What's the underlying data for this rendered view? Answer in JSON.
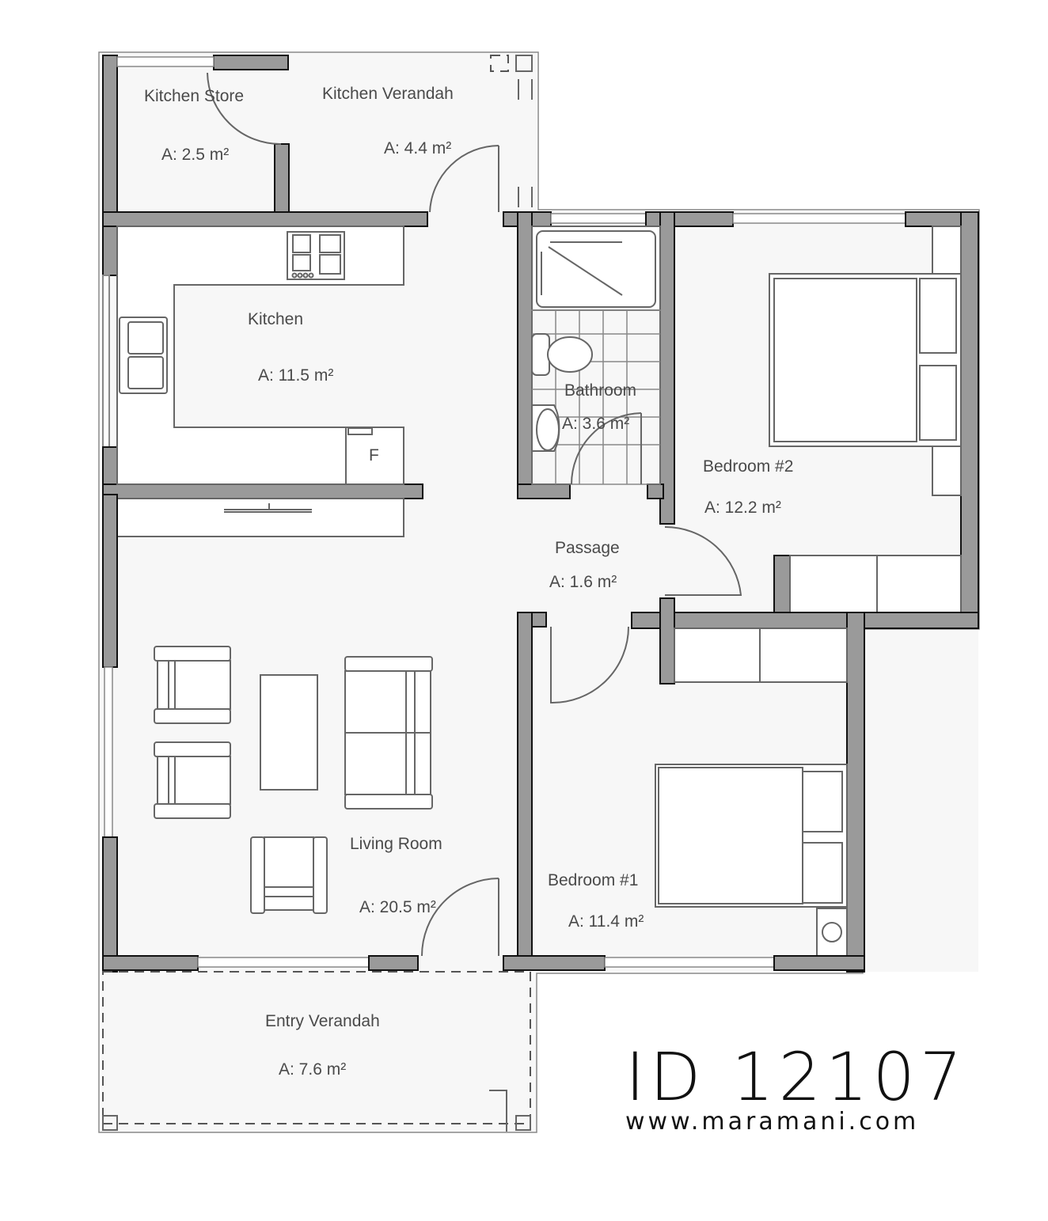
{
  "plan": {
    "id_label": "ID 12107",
    "website": "www.maramani.com",
    "colors": {
      "wall": "#9a9a9a",
      "wall_edge": "#111111",
      "text": "#4a4a4a",
      "floor": "#f7f7f7"
    },
    "rooms": [
      {
        "name": "Kitchen Store",
        "area": "A: 2.5 m²"
      },
      {
        "name": "Kitchen Verandah",
        "area": "A: 4.4 m²"
      },
      {
        "name": "Kitchen",
        "area": "A: 11.5 m²"
      },
      {
        "name": "Bathroom",
        "area": "A: 3.6 m²"
      },
      {
        "name": "Bedroom #2",
        "area": "A: 12.2 m²"
      },
      {
        "name": "Passage",
        "area": "A: 1.6 m²"
      },
      {
        "name": "Living Room",
        "area": "A: 20.5 m²"
      },
      {
        "name": "Bedroom #1",
        "area": "A: 11.4 m²"
      },
      {
        "name": "Entry Verandah",
        "area": "A: 7.6 m²"
      }
    ],
    "fridge_label": "F"
  }
}
